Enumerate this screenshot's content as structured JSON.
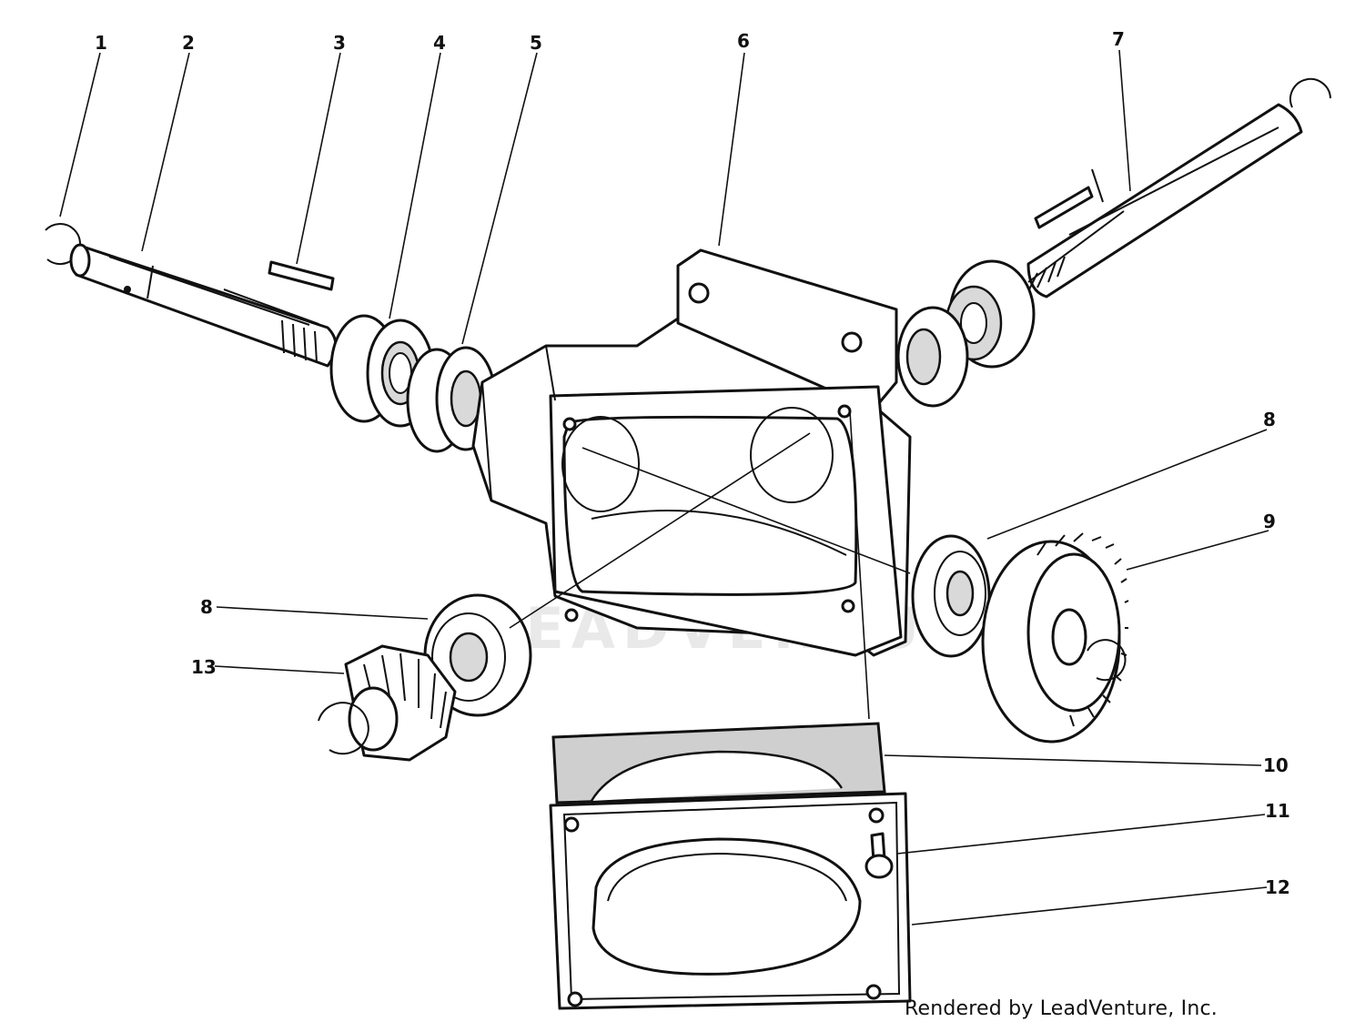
{
  "diagram": {
    "callouts": [
      "1",
      "2",
      "3",
      "4",
      "5",
      "6",
      "7",
      "8",
      "9",
      "8",
      "13",
      "10",
      "11",
      "12"
    ],
    "watermark": "LEADVENTURE",
    "credit": "Rendered by LeadVenture, Inc."
  }
}
